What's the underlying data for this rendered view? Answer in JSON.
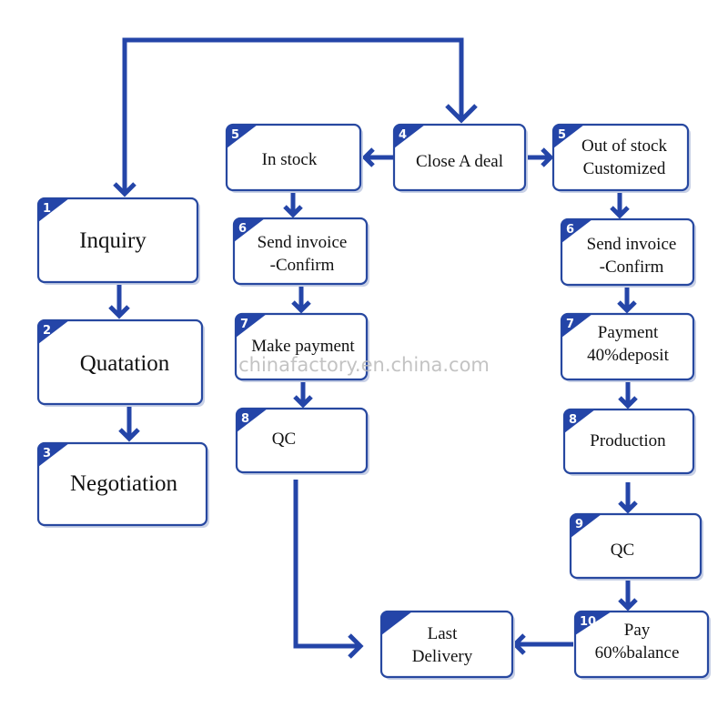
{
  "watermark": "chinafactory.en.china.com",
  "steps": {
    "inquiry": {
      "num": "1",
      "lines": [
        "Inquiry"
      ]
    },
    "quotation": {
      "num": "2",
      "lines": [
        "Quatation"
      ]
    },
    "negotiation": {
      "num": "3",
      "lines": [
        "Negotiation"
      ]
    },
    "close_deal": {
      "num": "4",
      "lines": [
        "Close A deal"
      ]
    },
    "in_stock": {
      "num": "5",
      "lines": [
        "In stock"
      ]
    },
    "out_of_stock": {
      "num": "5",
      "lines": [
        "Out of stock",
        "Customized"
      ]
    },
    "invoice_left": {
      "num": "6",
      "lines": [
        "Send invoice",
        "-Confirm"
      ]
    },
    "invoice_right": {
      "num": "6",
      "lines": [
        "Send invoice",
        "-Confirm"
      ]
    },
    "make_payment": {
      "num": "7",
      "lines": [
        "Make payment"
      ]
    },
    "deposit": {
      "num": "7",
      "lines": [
        "Payment",
        "40%deposit"
      ]
    },
    "qc_left": {
      "num": "8",
      "lines": [
        "QC"
      ]
    },
    "production": {
      "num": "8",
      "lines": [
        "Production"
      ]
    },
    "qc_right": {
      "num": "9",
      "lines": [
        "QC"
      ]
    },
    "balance": {
      "num": "10",
      "lines": [
        "Pay",
        "60%balance"
      ]
    },
    "last_delivery": {
      "num": "",
      "lines": [
        "Last",
        "Delivery"
      ]
    }
  },
  "colors": {
    "accent": "#2445a8",
    "border": "#2748a0"
  }
}
